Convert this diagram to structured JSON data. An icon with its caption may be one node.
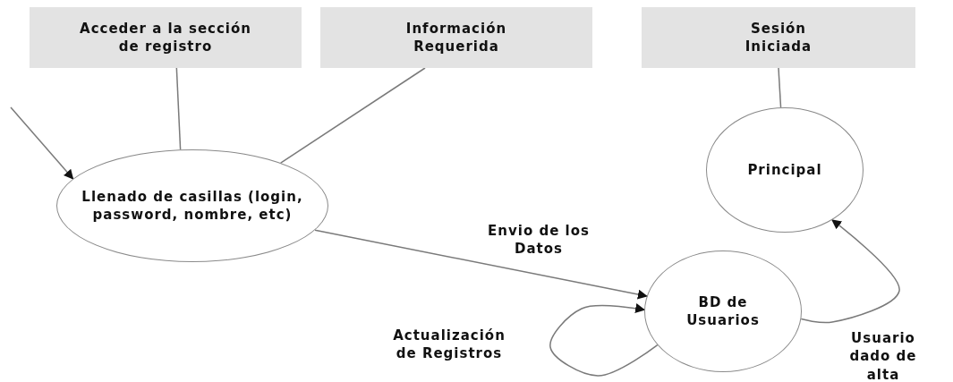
{
  "diagram": {
    "nodes": [
      {
        "text": [
          "Acceder a la sección de registro"
        ]
      },
      {
        "text": [
          "Información Requerida"
        ]
      },
      {
        "text": [
          "Sesión Iniciada"
        ]
      },
      {
        "text": [
          "Llenado de casillas (login, password, nombre, etc)"
        ]
      },
      {
        "text": [
          "BD de Usuarios"
        ]
      },
      {
        "text": [
          "Principal"
        ]
      }
    ],
    "edges": [
      {
        "from": 0,
        "to": 3,
        "arrow": "none"
      },
      {
        "from": 1,
        "to": 3,
        "arrow": "none"
      },
      {
        "from": 2,
        "to": 5,
        "arrow": "none"
      },
      {
        "from": null,
        "to": 3,
        "arrow": "to"
      },
      {
        "from": 3,
        "to": 4,
        "arrow": "to",
        "label": "Envio de los Datos"
      },
      {
        "from": 4,
        "to": 4,
        "arrow": "to",
        "label": "Actualización de Registros"
      },
      {
        "from": 4,
        "to": 5,
        "arrow": "to",
        "label": "Usuario dado de alta"
      }
    ]
  }
}
